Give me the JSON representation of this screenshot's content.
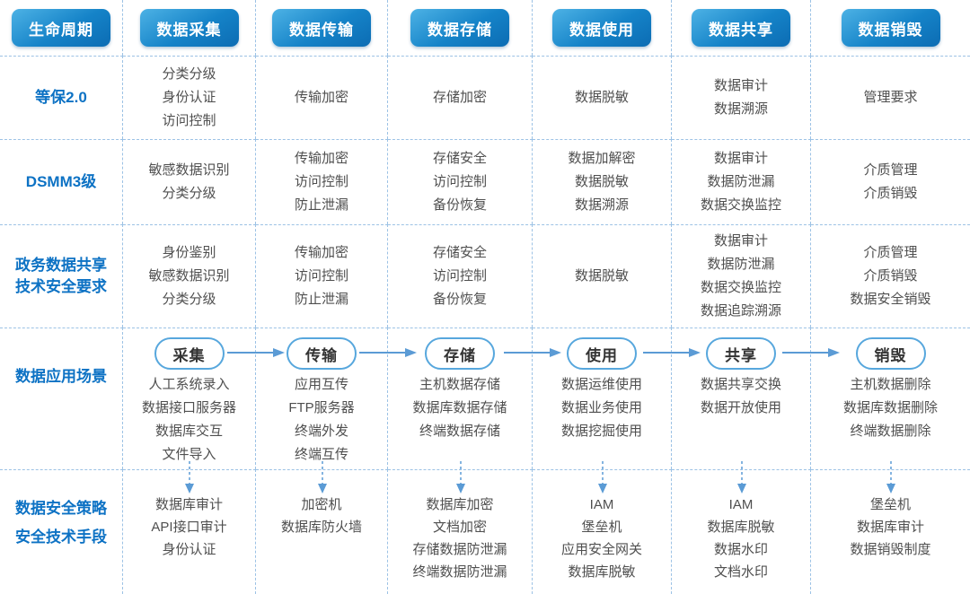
{
  "colors": {
    "header_gradient_top": "#4db2e5",
    "header_gradient_mid": "#1583c8",
    "header_gradient_bottom": "#0c6cb3",
    "row_label_blue": "#0d72c4",
    "body_text": "#4f4f4f",
    "dash": "#9cc2e5",
    "arrow_blue": "#5b9bd5",
    "oval_border": "#57a7dd",
    "oval_text": "#333333"
  },
  "header": {
    "columns": [
      "生命周期",
      "数据采集",
      "数据传输",
      "数据存储",
      "数据使用",
      "数据共享",
      "数据销毁"
    ]
  },
  "rows": [
    {
      "label_lines": [
        "等保2.0"
      ],
      "cells": [
        [
          "分类分级",
          "身份认证",
          "访问控制"
        ],
        [
          "传输加密"
        ],
        [
          "存储加密"
        ],
        [
          "数据脱敏"
        ],
        [
          "数据审计",
          "数据溯源"
        ],
        [
          "管理要求"
        ]
      ]
    },
    {
      "label_lines": [
        "DSMM3级"
      ],
      "cells": [
        [
          "敏感数据识别",
          "分类分级"
        ],
        [
          "传输加密",
          "访问控制",
          "防止泄漏"
        ],
        [
          "存储安全",
          "访问控制",
          "备份恢复"
        ],
        [
          "数据加解密",
          "数据脱敏",
          "数据溯源"
        ],
        [
          "数据审计",
          "数据防泄漏",
          "数据交换监控"
        ],
        [
          "介质管理",
          "介质销毁"
        ]
      ]
    },
    {
      "label_lines": [
        "政务数据共享",
        "技术安全要求"
      ],
      "cells": [
        [
          "身份鉴别",
          "敏感数据识别",
          "分类分级"
        ],
        [
          "传输加密",
          "访问控制",
          "防止泄漏"
        ],
        [
          "存储安全",
          "访问控制",
          "备份恢复"
        ],
        [
          "数据脱敏"
        ],
        [
          "数据审计",
          "数据防泄漏",
          "数据交换监控",
          "数据追踪溯源"
        ],
        [
          "介质管理",
          "介质销毁",
          "数据安全销毁"
        ]
      ]
    }
  ],
  "scenario_row": {
    "label_lines": [
      "数据应用场景"
    ],
    "stages": [
      {
        "badge": "采集",
        "items": [
          "人工系统录入",
          "数据接口服务器",
          "数据库交互",
          "文件导入"
        ]
      },
      {
        "badge": "传输",
        "items": [
          "应用互传",
          "FTP服务器",
          "终端外发",
          "终端互传"
        ]
      },
      {
        "badge": "存储",
        "items": [
          "主机数据存储",
          "数据库数据存储",
          "终端数据存储"
        ]
      },
      {
        "badge": "使用",
        "items": [
          "数据运维使用",
          "数据业务使用",
          "数据挖掘使用"
        ]
      },
      {
        "badge": "共享",
        "items": [
          "数据共享交换",
          "数据开放使用"
        ]
      },
      {
        "badge": "销毁",
        "items": [
          "主机数据删除",
          "数据库数据删除",
          "终端数据删除"
        ]
      }
    ]
  },
  "security_row": {
    "label_lines": [
      "数据安全策略",
      "安全技术手段"
    ],
    "cells": [
      [
        "数据库审计",
        "API接口审计",
        "身份认证"
      ],
      [
        "加密机",
        "数据库防火墙"
      ],
      [
        "数据库加密",
        "文档加密",
        "存储数据防泄漏",
        "终端数据防泄漏"
      ],
      [
        "IAM",
        "堡垒机",
        "应用安全网关",
        "数据库脱敏"
      ],
      [
        "IAM",
        "数据库脱敏",
        "数据水印",
        "文档水印"
      ],
      [
        "堡垒机",
        "数据库审计",
        "数据销毁制度"
      ]
    ]
  }
}
